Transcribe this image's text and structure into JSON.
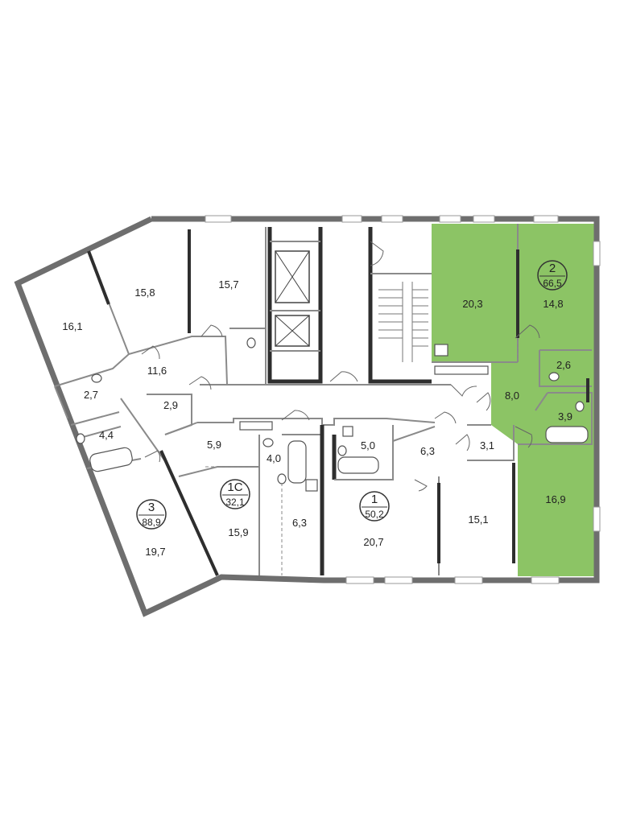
{
  "colors": {
    "highlight": "#8cc465",
    "wall": "#6e6e6e",
    "dark_wall": "#2e2e2e"
  },
  "apartments": [
    {
      "id": "3",
      "number": "3",
      "area": "88,9"
    },
    {
      "id": "1c",
      "number": "1С",
      "area": "32,1"
    },
    {
      "id": "1",
      "number": "1",
      "area": "50,2"
    },
    {
      "id": "2",
      "number": "2",
      "area": "66,5",
      "highlighted": true
    }
  ],
  "rooms": [
    "16,1",
    "15,8",
    "15,7",
    "11,6",
    "2,7",
    "2,9",
    "4,4",
    "19,7",
    "5,9",
    "4,0",
    "15,9",
    "6,3",
    "5,0",
    "20,7",
    "6,3",
    "3,1",
    "15,1",
    "20,3",
    "14,8",
    "2,6",
    "8,0",
    "3,9",
    "16,9"
  ]
}
